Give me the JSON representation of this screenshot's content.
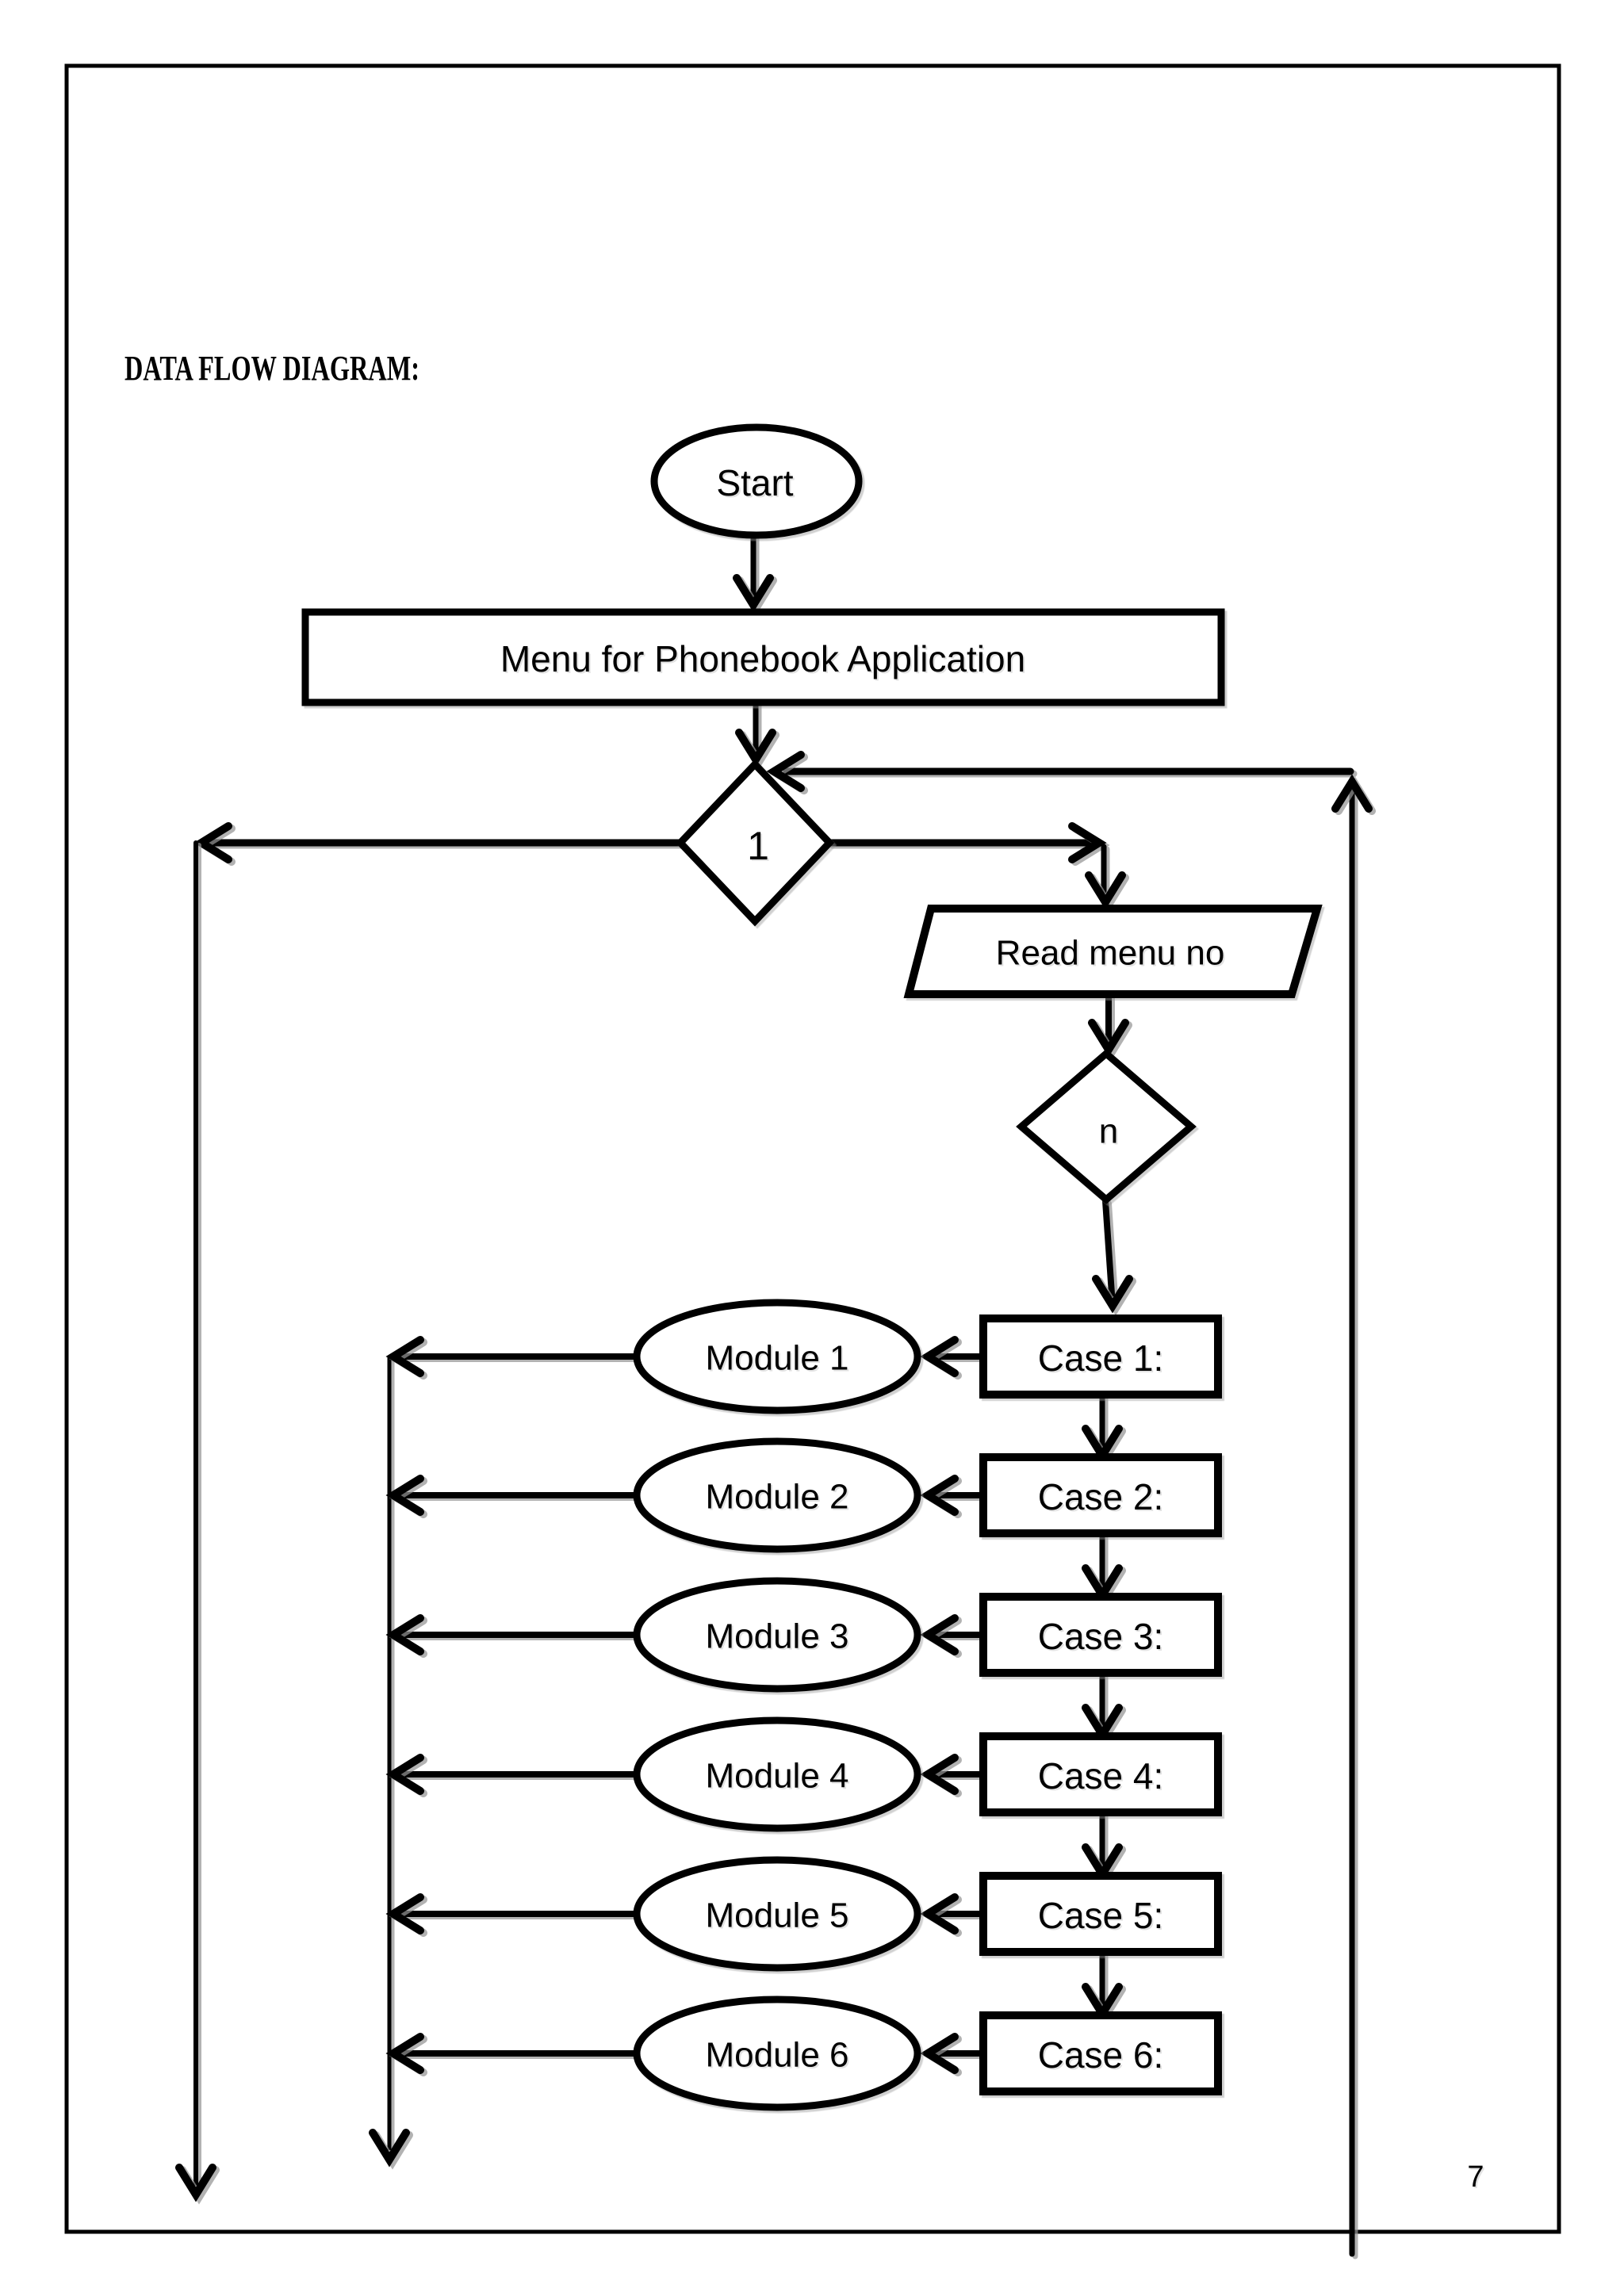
{
  "page": {
    "title": "DATA FLOW DIAGRAM:",
    "page_number": "7"
  },
  "colors": {
    "ink": "#000000",
    "shadow": "#9a9a9a",
    "background": "#ffffff"
  },
  "flowchart": {
    "start_label": "Start",
    "menu_label": "Menu for Phonebook Application",
    "loop_decision_label": "1",
    "read_label": "Read menu no",
    "case_decision_label": "n",
    "cases": [
      "Case 1:",
      "Case 2:",
      "Case 3:",
      "Case 4:",
      "Case 5:",
      "Case 6:"
    ],
    "modules": [
      "Module 1",
      "Module 2",
      "Module 3",
      "Module 4",
      "Module 5",
      "Module 6"
    ]
  }
}
